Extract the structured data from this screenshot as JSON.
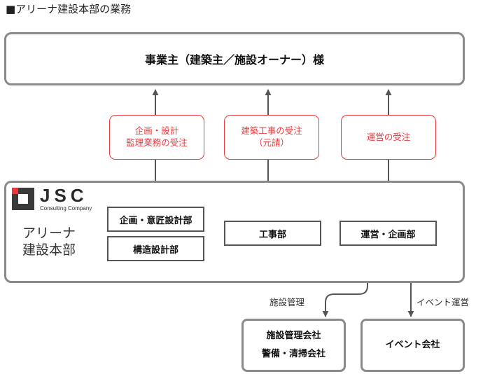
{
  "page_title": "■アリーナ建設本部の業務",
  "client": {
    "label": "事業主（建築主／施設オーナー）様"
  },
  "contracts": [
    {
      "line1": "企画・設計",
      "line2": "監理業務の受注"
    },
    {
      "line1": "建築工事の受注",
      "line2": "（元請）"
    },
    {
      "line1": "運営の受注",
      "line2": ""
    }
  ],
  "logo": {
    "brand": "JSC",
    "tagline": "Consulting Company"
  },
  "division": {
    "line1": "アリーナ",
    "line2": "建設本部"
  },
  "departments": {
    "planning_design": "企画・意匠設計部",
    "structural_design": "構造設計部",
    "construction": "工事部",
    "operation_planning": "運営・企画部"
  },
  "relations": {
    "facility_management": "施設管理",
    "event_operation": "イベント運営"
  },
  "partners": {
    "facility_company_line1": "施設管理会社",
    "facility_company_line2": "警備・清掃会社",
    "event_company": "イベント会社"
  },
  "colors": {
    "accent_red": "#e8383d",
    "box_gray": "#8a8a8a",
    "arrow_gray": "#555555"
  }
}
